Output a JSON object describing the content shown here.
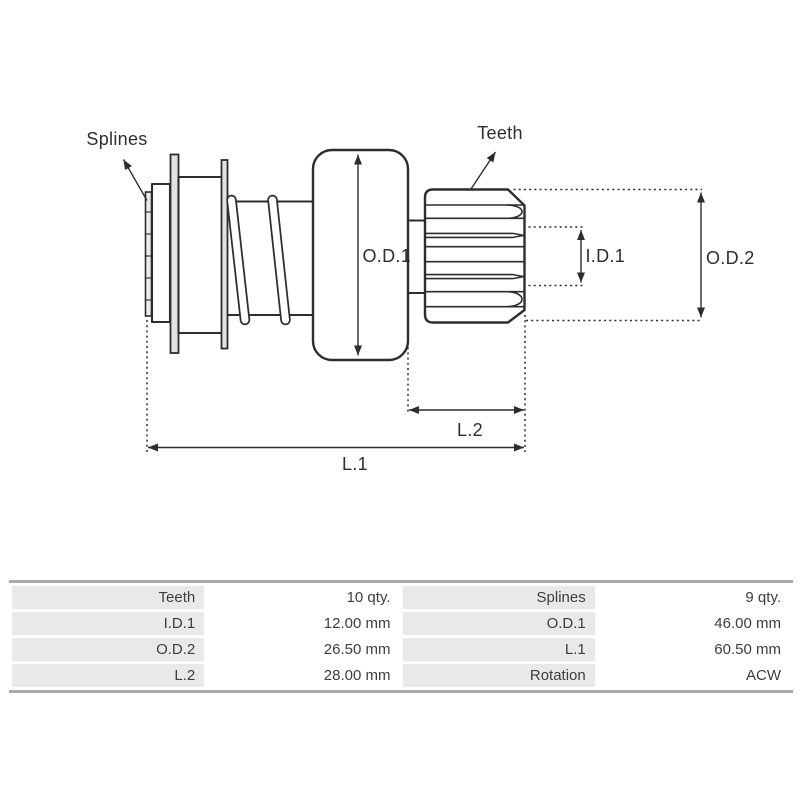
{
  "diagram": {
    "labels": {
      "splines": "Splines",
      "teeth": "Teeth",
      "od1": "O.D.1",
      "id1": "I.D.1",
      "od2": "O.D.2",
      "l1": "L.1",
      "l2": "L.2"
    },
    "line_color": "#2d2d2d"
  },
  "spec_table": {
    "rows": [
      [
        "Teeth",
        "10 qty.",
        "Splines",
        "9 qty."
      ],
      [
        "I.D.1",
        "12.00 mm",
        "O.D.1",
        "46.00 mm"
      ],
      [
        "O.D.2",
        "26.50 mm",
        "L.1",
        "60.50 mm"
      ],
      [
        "L.2",
        "28.00 mm",
        "Rotation",
        "ACW"
      ]
    ],
    "label_bg": "#e9e9e9",
    "value_bg": "#ffffff",
    "border_color": "#a8a8a8",
    "text_color": "#3d3d3d"
  }
}
